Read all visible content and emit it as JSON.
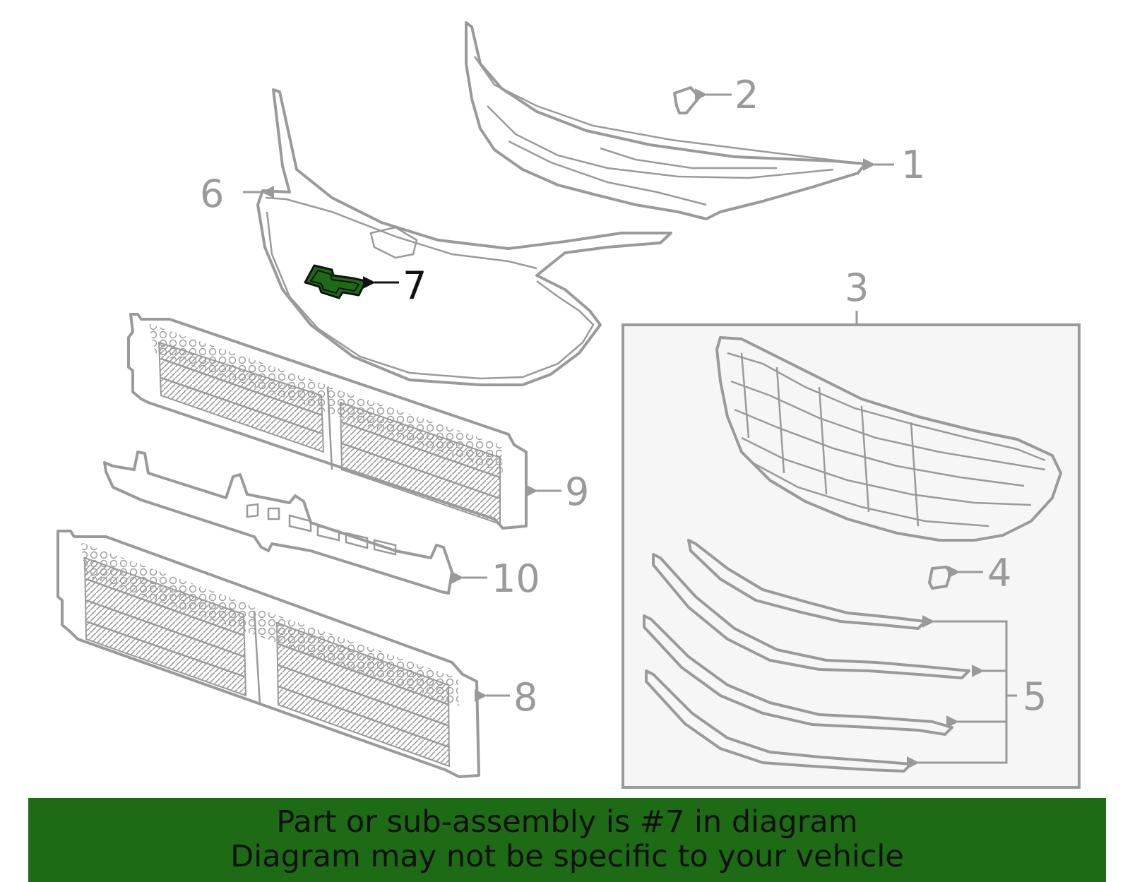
{
  "diagram": {
    "callouts": [
      {
        "id": "1",
        "label": "1"
      },
      {
        "id": "2",
        "label": "2"
      },
      {
        "id": "3",
        "label": "3"
      },
      {
        "id": "4",
        "label": "4"
      },
      {
        "id": "5",
        "label": "5"
      },
      {
        "id": "6",
        "label": "6"
      },
      {
        "id": "7",
        "label": "7",
        "highlighted": true
      },
      {
        "id": "8",
        "label": "8"
      },
      {
        "id": "9",
        "label": "9"
      },
      {
        "id": "10",
        "label": "10"
      }
    ],
    "highlight_color": "#1d6b14",
    "line_color": "#9a9a9a"
  },
  "banner": {
    "line1": "Part or sub-assembly is #7 in diagram",
    "line2": "Diagram may not be specific to your vehicle",
    "background": "#1d6b14"
  }
}
